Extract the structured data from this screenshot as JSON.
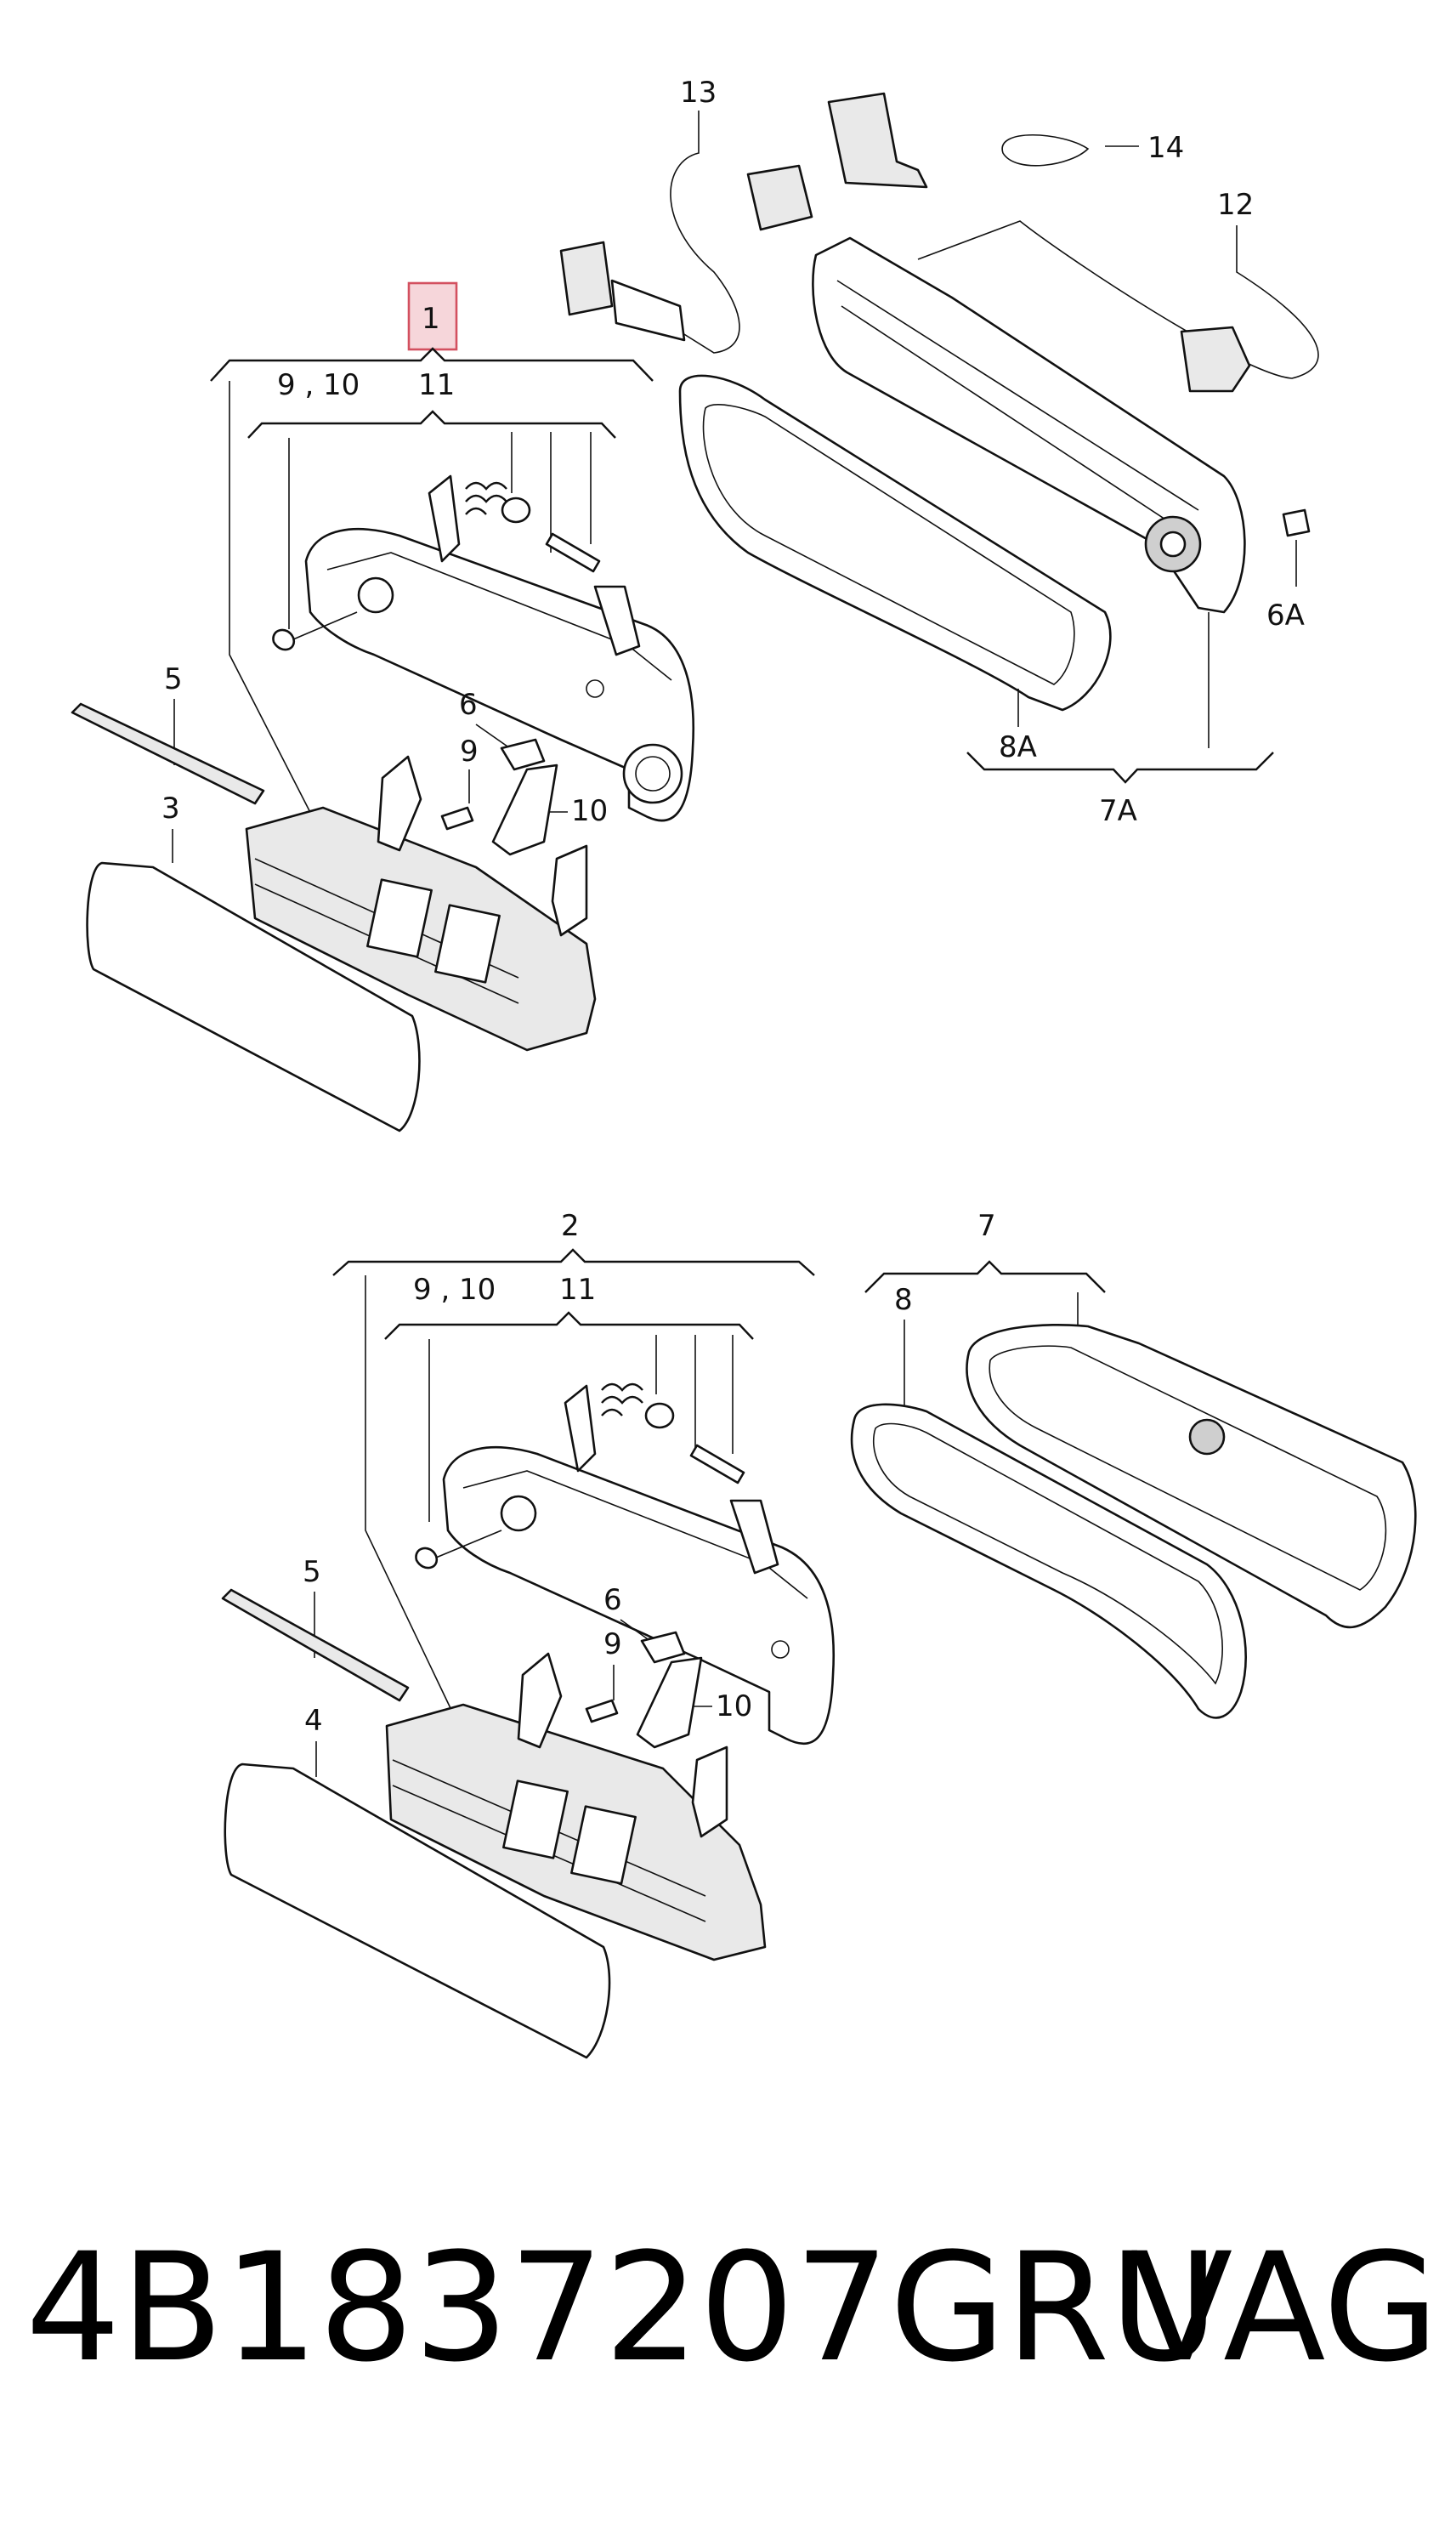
{
  "labels": {
    "top": {
      "l1": "1",
      "l910": "9 , 10",
      "l11": "11",
      "l5": "5",
      "l3": "3",
      "l6": "6",
      "l9": "9",
      "l10": "10",
      "l13": "13",
      "l14": "14",
      "l12": "12",
      "l6A": "6A",
      "l8A": "8A",
      "l7A": "7A"
    },
    "bottom": {
      "l2": "2",
      "l910": "9 , 10",
      "l11": "11",
      "l7": "7",
      "l8": "8",
      "l5": "5",
      "l4": "4",
      "l6": "6",
      "l9": "9",
      "l10": "10"
    }
  },
  "footer": {
    "part_number": "4B1837207GRU",
    "brand": "VAG"
  },
  "colors": {
    "highlight_fill": "#f6d6da",
    "highlight_stroke": "#d3505f",
    "line": "#111111"
  }
}
